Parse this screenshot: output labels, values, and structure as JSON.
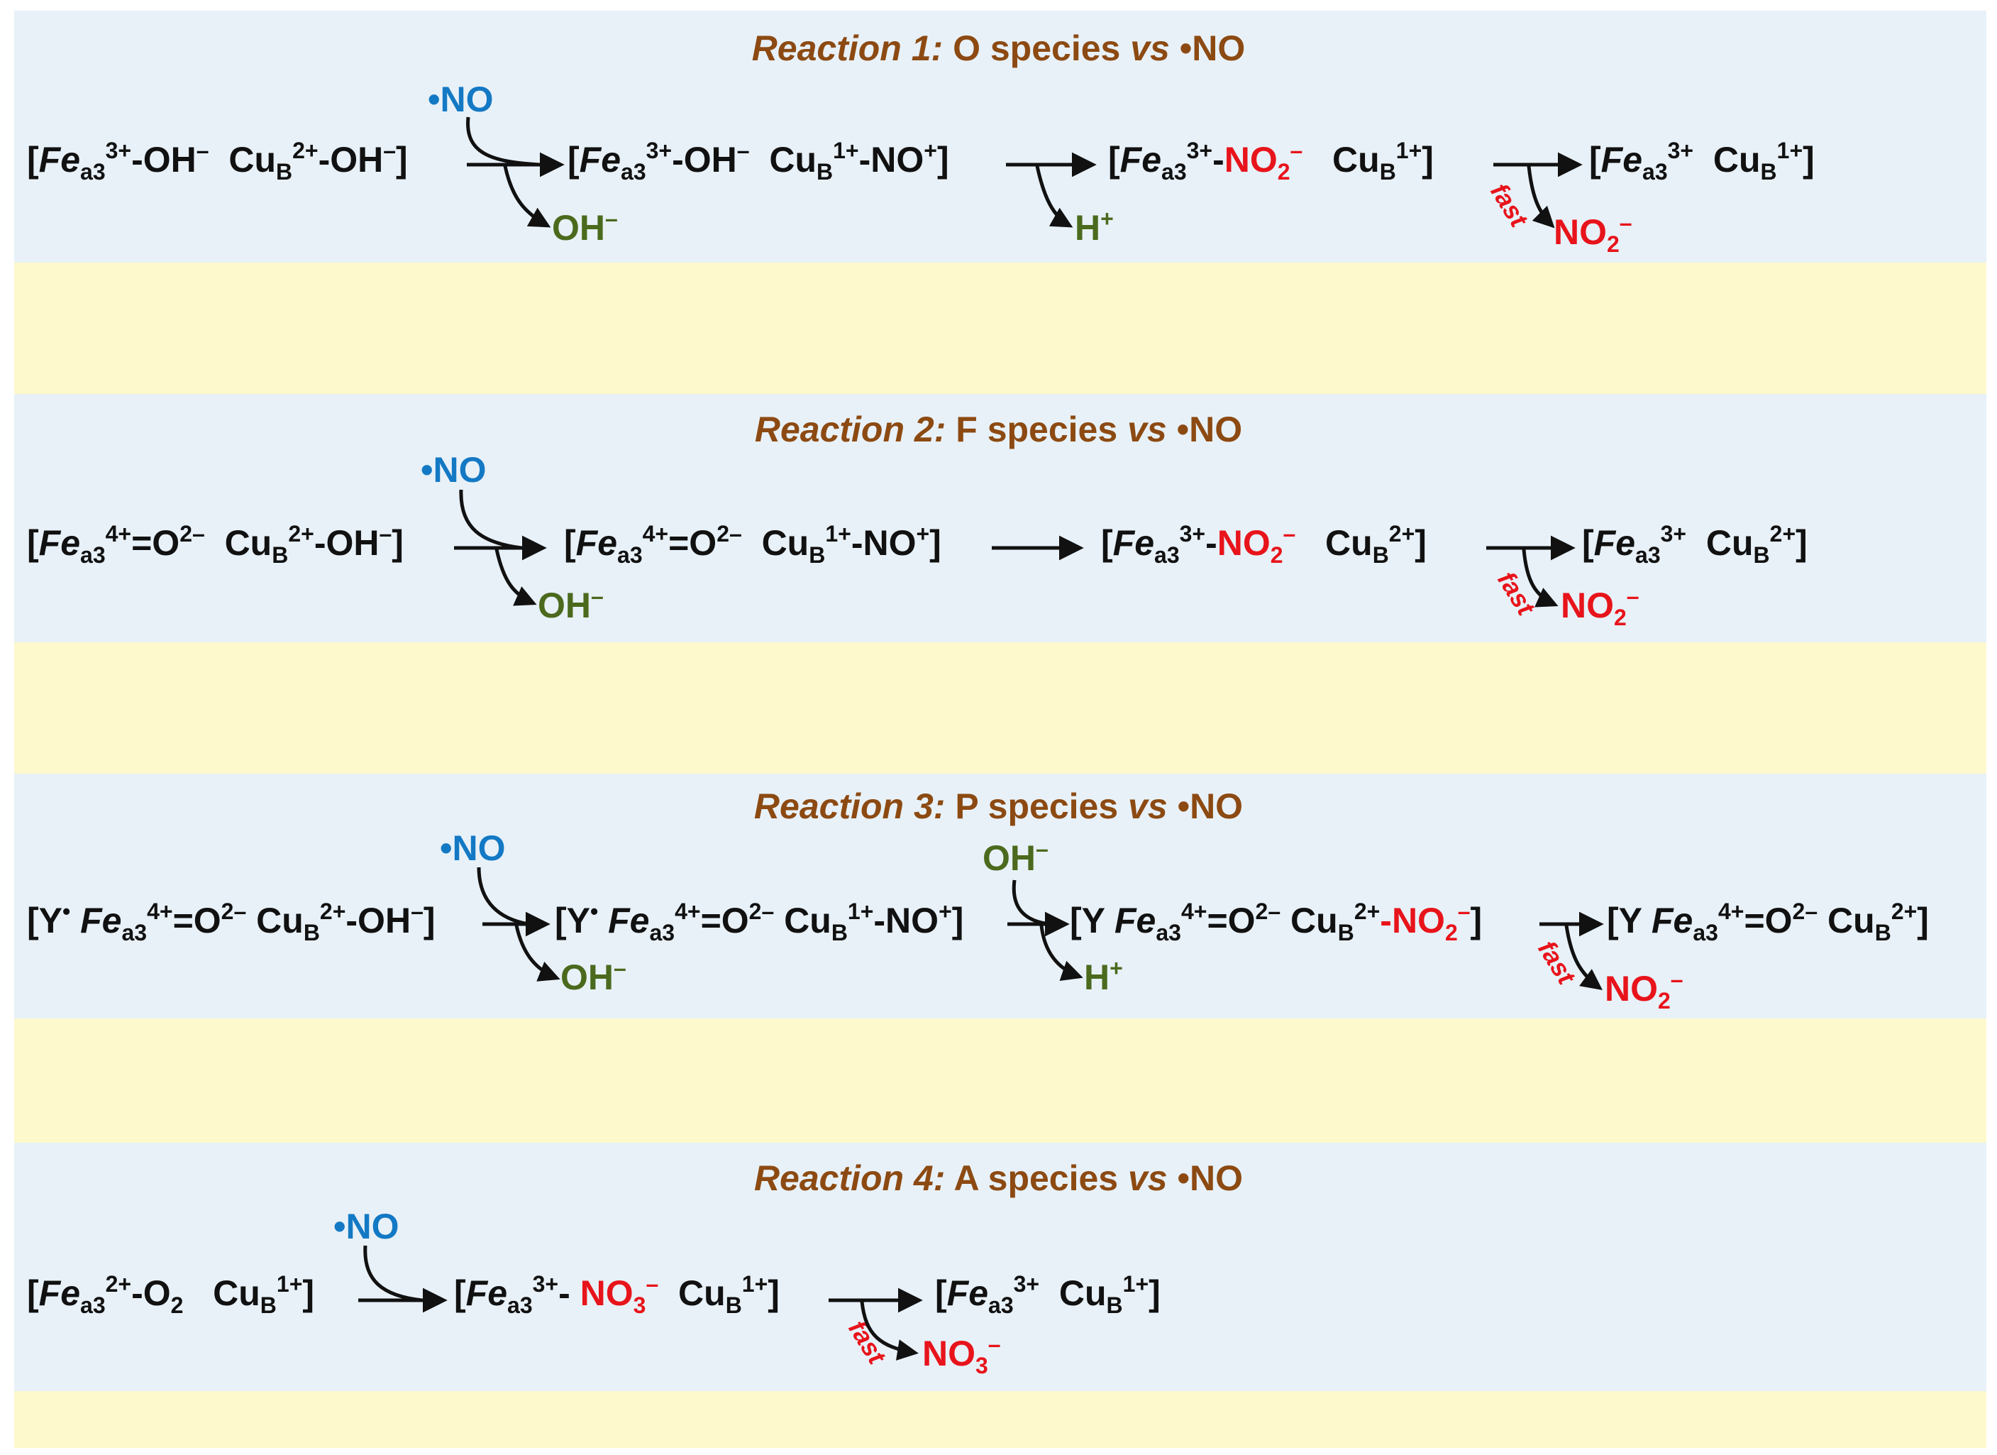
{
  "reactions": [
    {
      "title_prefix": "Reaction 1:",
      "title_rest": " O species ",
      "title_vs": "vs",
      "title_no": "NO",
      "s1": {
        "fe": "Fe",
        "fe_sub": "a3",
        "fe_sup": "3+",
        "fe_lig": "-OH",
        "fe_lig_sup": "–",
        "cu": "Cu",
        "cu_sub": "B",
        "cu_sup": "2+",
        "cu_lig": "-OH",
        "cu_lig_sup": "–"
      },
      "s2": {
        "fe": "Fe",
        "fe_sub": "a3",
        "fe_sup": "3+",
        "fe_lig": "-OH",
        "fe_lig_sup": "–",
        "cu": "Cu",
        "cu_sub": "B",
        "cu_sup": "1+",
        "cu_lig": "-NO",
        "cu_lig_sup": "+"
      },
      "s3": {
        "fe": "Fe",
        "fe_sub": "a3",
        "fe_sup": "3+",
        "no2": "NO",
        "no2_sub": "2",
        "no2_sup": "–",
        "cu": "Cu",
        "cu_sub": "B",
        "cu_sup": "1+"
      },
      "s4": {
        "fe": "Fe",
        "fe_sub": "a3",
        "fe_sup": "3+",
        "cu": "Cu",
        "cu_sub": "B",
        "cu_sup": "1+"
      },
      "in_no": "NO",
      "out1": "OH",
      "out1_sup": "–",
      "out2": "H",
      "out2_sup": "+",
      "fast": "fast",
      "out3": "NO",
      "out3_sub": "2",
      "out3_sup": "–"
    },
    {
      "title_prefix": "Reaction 2:",
      "title_rest": " F species ",
      "title_vs": "vs",
      "title_no": "NO",
      "s1": {
        "fe": "Fe",
        "fe_sub": "a3",
        "fe_sup": "4+",
        "fe_lig": "=O",
        "fe_lig_sup": "2–",
        "cu": "Cu",
        "cu_sub": "B",
        "cu_sup": "2+",
        "cu_lig": "-OH",
        "cu_lig_sup": "–"
      },
      "s2": {
        "fe": "Fe",
        "fe_sub": "a3",
        "fe_sup": "4+",
        "fe_lig": "=O",
        "fe_lig_sup": "2–",
        "cu": "Cu",
        "cu_sub": "B",
        "cu_sup": "1+",
        "cu_lig": "-NO",
        "cu_lig_sup": "+"
      },
      "s3": {
        "fe": "Fe",
        "fe_sub": "a3",
        "fe_sup": "3+",
        "no2": "NO",
        "no2_sub": "2",
        "no2_sup": "–",
        "cu": "Cu",
        "cu_sub": "B",
        "cu_sup": "2+"
      },
      "s4": {
        "fe": "Fe",
        "fe_sub": "a3",
        "fe_sup": "3+",
        "cu": "Cu",
        "cu_sub": "B",
        "cu_sup": "2+"
      },
      "in_no": "NO",
      "out1": "OH",
      "out1_sup": "–",
      "fast": "fast",
      "out3": "NO",
      "out3_sub": "2",
      "out3_sup": "–"
    },
    {
      "title_prefix": "Reaction 3:",
      "title_rest": " P species ",
      "title_vs": "vs",
      "title_no": "NO",
      "s1": {
        "y": "Y",
        "y_sup": "•",
        "fe": "Fe",
        "fe_sub": "a3",
        "fe_sup": "4+",
        "fe_lig": "=O",
        "fe_lig_sup": "2–",
        "cu": "Cu",
        "cu_sub": "B",
        "cu_sup": "2+",
        "cu_lig": "-OH",
        "cu_lig_sup": "–"
      },
      "s2": {
        "y": "Y",
        "y_sup": "•",
        "fe": "Fe",
        "fe_sub": "a3",
        "fe_sup": "4+",
        "fe_lig": "=O",
        "fe_lig_sup": "2–",
        "cu": "Cu",
        "cu_sub": "B",
        "cu_sup": "1+",
        "cu_lig": "-NO",
        "cu_lig_sup": "+"
      },
      "s3": {
        "y": "Y",
        "fe": "Fe",
        "fe_sub": "a3",
        "fe_sup": "4+",
        "fe_lig": "=O",
        "fe_lig_sup": "2–",
        "cu": "Cu",
        "cu_sub": "B",
        "cu_sup": "2+",
        "no2": "-NO",
        "no2_sub": "2",
        "no2_sup": "–"
      },
      "s4": {
        "y": "Y",
        "fe": "Fe",
        "fe_sub": "a3",
        "fe_sup": "4+",
        "fe_lig": "=O",
        "fe_lig_sup": "2–",
        "cu": "Cu",
        "cu_sub": "B",
        "cu_sup": "2+"
      },
      "in_no": "NO",
      "out1": "OH",
      "out1_sup": "–",
      "in_oh": "OH",
      "in_oh_sup": "–",
      "out2": "H",
      "out2_sup": "+",
      "fast": "fast",
      "out3": "NO",
      "out3_sub": "2",
      "out3_sup": "–"
    },
    {
      "title_prefix": "Reaction 4:",
      "title_rest": " A species ",
      "title_vs": "vs",
      "title_no": "NO",
      "s1": {
        "fe": "Fe",
        "fe_sub": "a3",
        "fe_sup": "2+",
        "fe_lig": "-O",
        "fe_lig_sub": "2",
        "cu": "Cu",
        "cu_sub": "B",
        "cu_sup": "1+"
      },
      "s2": {
        "fe": "Fe",
        "fe_sub": "a3",
        "fe_sup": "3+",
        "dash": "- ",
        "no3": "NO",
        "no3_sub": "3",
        "no3_sup": "–",
        "cu": "Cu",
        "cu_sub": "B",
        "cu_sup": "1+"
      },
      "s3": {
        "fe": "Fe",
        "fe_sub": "a3",
        "fe_sup": "3+",
        "cu": "Cu",
        "cu_sub": "B",
        "cu_sup": "1+"
      },
      "in_no": "NO",
      "fast": "fast",
      "out3": "NO",
      "out3_sub": "3",
      "out3_sup": "–"
    }
  ],
  "colors": {
    "title": "#8c4a12",
    "nitrite": "#e8141b",
    "no_radical": "#1479c4",
    "byproduct": "#4b6a1d",
    "panel": "#e8f1f8",
    "spacer": "#fdf9cc"
  }
}
